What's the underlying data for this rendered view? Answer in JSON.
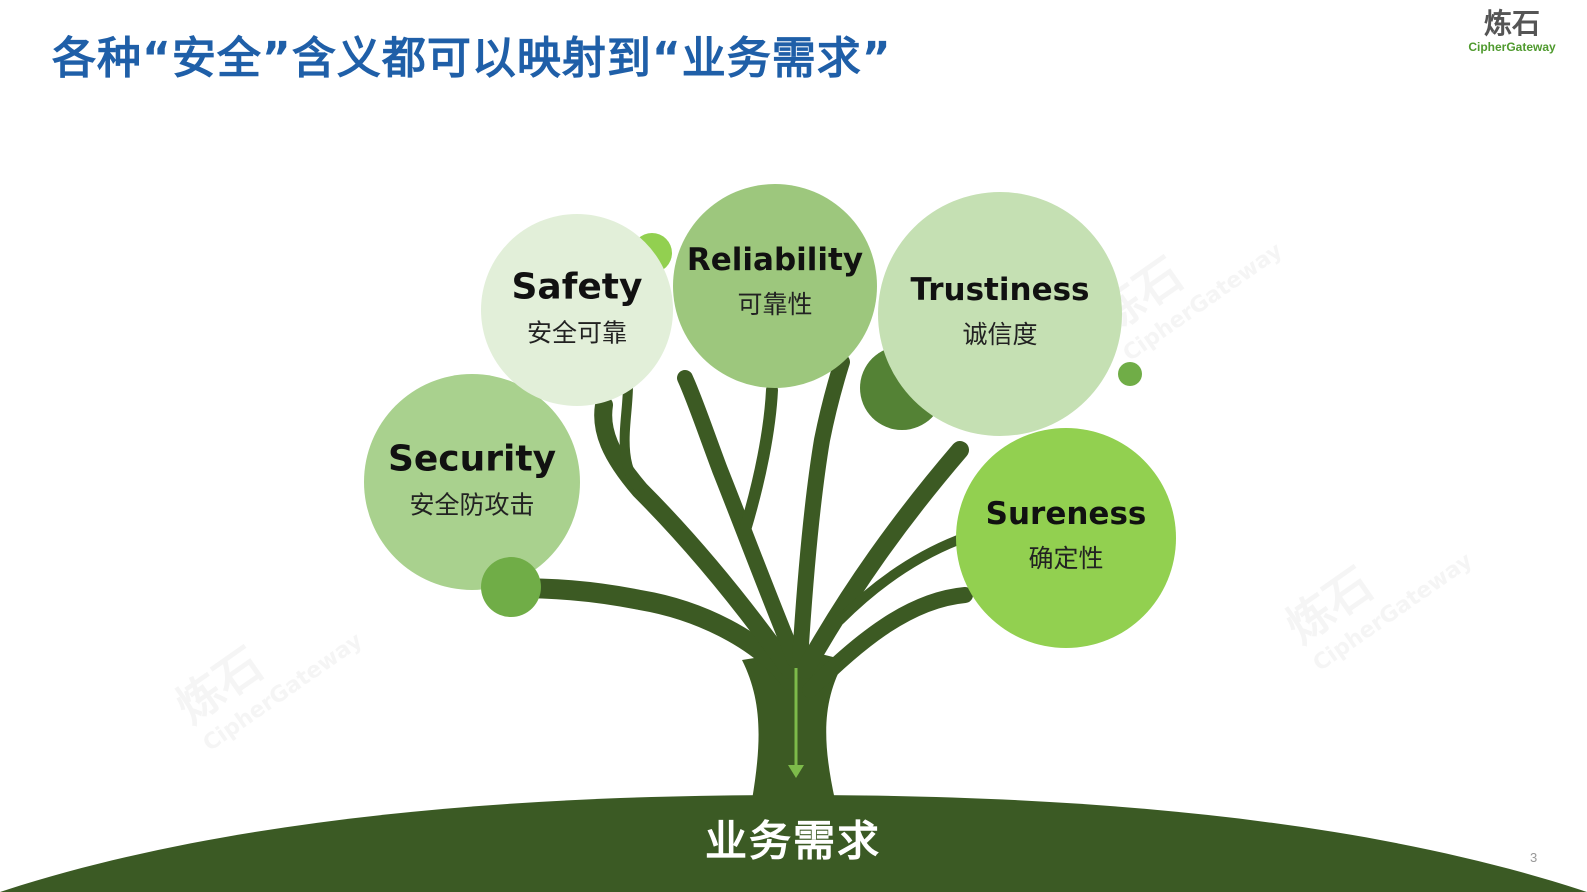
{
  "slide": {
    "title": "各种“安全”含义都可以映射到“业务需求”",
    "page_number": "3"
  },
  "logo": {
    "mark": "炼石",
    "name": "CipherGateway"
  },
  "diagram": {
    "root_label": "业务需求",
    "nodes": [
      {
        "en": "Security",
        "zh": "安全防攻击",
        "color": "#a9d18e"
      },
      {
        "en": "Safety",
        "zh": "安全可靠",
        "color": "#e2efd9"
      },
      {
        "en": "Reliability",
        "zh": "可靠性",
        "color": "#9dc77d"
      },
      {
        "en": "Trustiness",
        "zh": "诚信度",
        "color": "#c5e0b3"
      },
      {
        "en": "Sureness",
        "zh": "确定性",
        "color": "#92d050"
      }
    ],
    "trunk_color": "#3c5a23",
    "ground_color": "#3b5a24"
  },
  "watermarks": [
    "炼石",
    "CipherGateway"
  ]
}
